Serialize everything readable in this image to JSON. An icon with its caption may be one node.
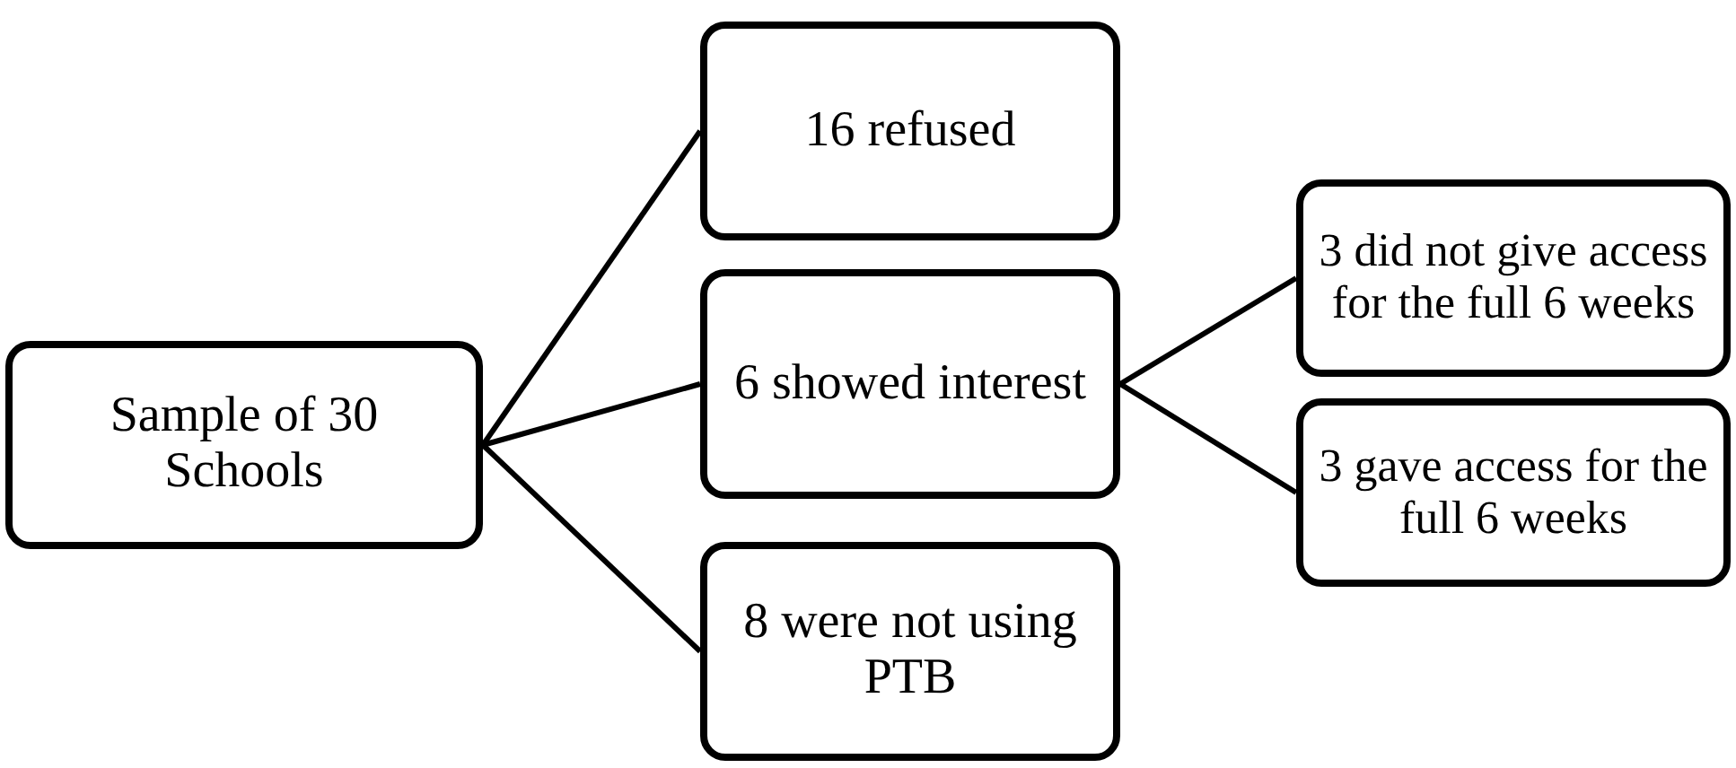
{
  "diagram": {
    "nodes": [
      {
        "text": [
          "Sample of 30 Schools"
        ]
      },
      {
        "text": [
          "16 refused"
        ]
      },
      {
        "text": [
          "6 showed interest"
        ]
      },
      {
        "text": [
          "8 were not using PTB"
        ]
      },
      {
        "text": [
          "3 did not give access for the full 6 weeks"
        ]
      },
      {
        "text": [
          "3 gave access for the full 6 weeks"
        ]
      }
    ],
    "edges": [
      {
        "from": 0,
        "to": 1,
        "arrow": "none"
      },
      {
        "from": 0,
        "to": 2,
        "arrow": "none"
      },
      {
        "from": 0,
        "to": 3,
        "arrow": "none"
      },
      {
        "from": 2,
        "to": 4,
        "arrow": "none"
      },
      {
        "from": 2,
        "to": 5,
        "arrow": "none"
      }
    ]
  }
}
